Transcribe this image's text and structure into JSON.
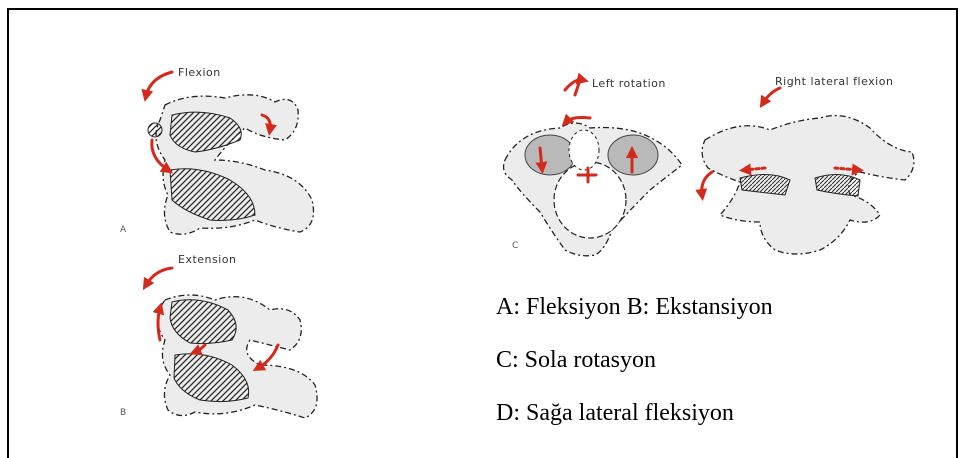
{
  "figure": {
    "panel_a_label": "Flexion",
    "panel_b_label": "Extension",
    "panel_c_label": "Left rotation",
    "panel_d_label": "Right lateral flexion",
    "panel_a_letter": "A",
    "panel_b_letter": "B",
    "panel_c_letter": "C"
  },
  "captions": [
    "A: Fleksiyon B: Ekstansiyon",
    "C: Sola rotasyon",
    "D: Sağa lateral fleksiyon"
  ],
  "colors": {
    "arrow": "#d42a1c",
    "bone_fill": "#ececec",
    "outline": "#222222"
  }
}
